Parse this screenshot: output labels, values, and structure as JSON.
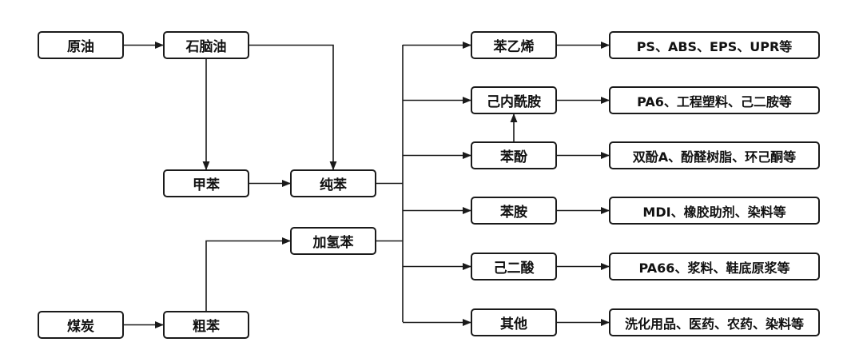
{
  "diagram": {
    "nodes": {
      "crude_oil": "原油",
      "naphtha": "石脑油",
      "toluene": "甲苯",
      "pure_benzene": "纯苯",
      "hydro_benzene": "加氢苯",
      "coal": "煤炭",
      "crude_benzene": "粗苯",
      "styrene": "苯乙烯",
      "caprolactam": "己内酰胺",
      "phenol": "苯酚",
      "aniline": "苯胺",
      "adipic_acid": "己二酸",
      "other": "其他",
      "styrene_products": "PS、ABS、EPS、UPR等",
      "caprolactam_products": "PA6、工程塑料、己二胺等",
      "phenol_products": "双酚A、酚醛树脂、环己酮等",
      "aniline_products": "MDI、橡胶助剂、染料等",
      "adipic_products": "PA66、浆料、鞋底原浆等",
      "other_products": "洗化用品、医药、农药、染料等"
    },
    "edges": [
      [
        "crude_oil",
        "naphtha"
      ],
      [
        "naphtha",
        "toluene"
      ],
      [
        "naphtha",
        "pure_benzene"
      ],
      [
        "toluene",
        "pure_benzene"
      ],
      [
        "coal",
        "crude_benzene"
      ],
      [
        "crude_benzene",
        "hydro_benzene"
      ],
      [
        "pure_benzene",
        "styrene"
      ],
      [
        "pure_benzene",
        "caprolactam"
      ],
      [
        "pure_benzene",
        "phenol"
      ],
      [
        "pure_benzene",
        "aniline"
      ],
      [
        "pure_benzene",
        "adipic_acid"
      ],
      [
        "pure_benzene",
        "other"
      ],
      [
        "hydro_benzene",
        "pure_benzene"
      ],
      [
        "phenol",
        "caprolactam"
      ],
      [
        "styrene",
        "styrene_products"
      ],
      [
        "caprolactam",
        "caprolactam_products"
      ],
      [
        "phenol",
        "phenol_products"
      ],
      [
        "aniline",
        "aniline_products"
      ],
      [
        "adipic_acid",
        "adipic_products"
      ],
      [
        "other",
        "other_products"
      ]
    ],
    "colors": {
      "line": "#1a1a1a",
      "box_border": "#1a1a1a",
      "background": "#ffffff"
    }
  }
}
